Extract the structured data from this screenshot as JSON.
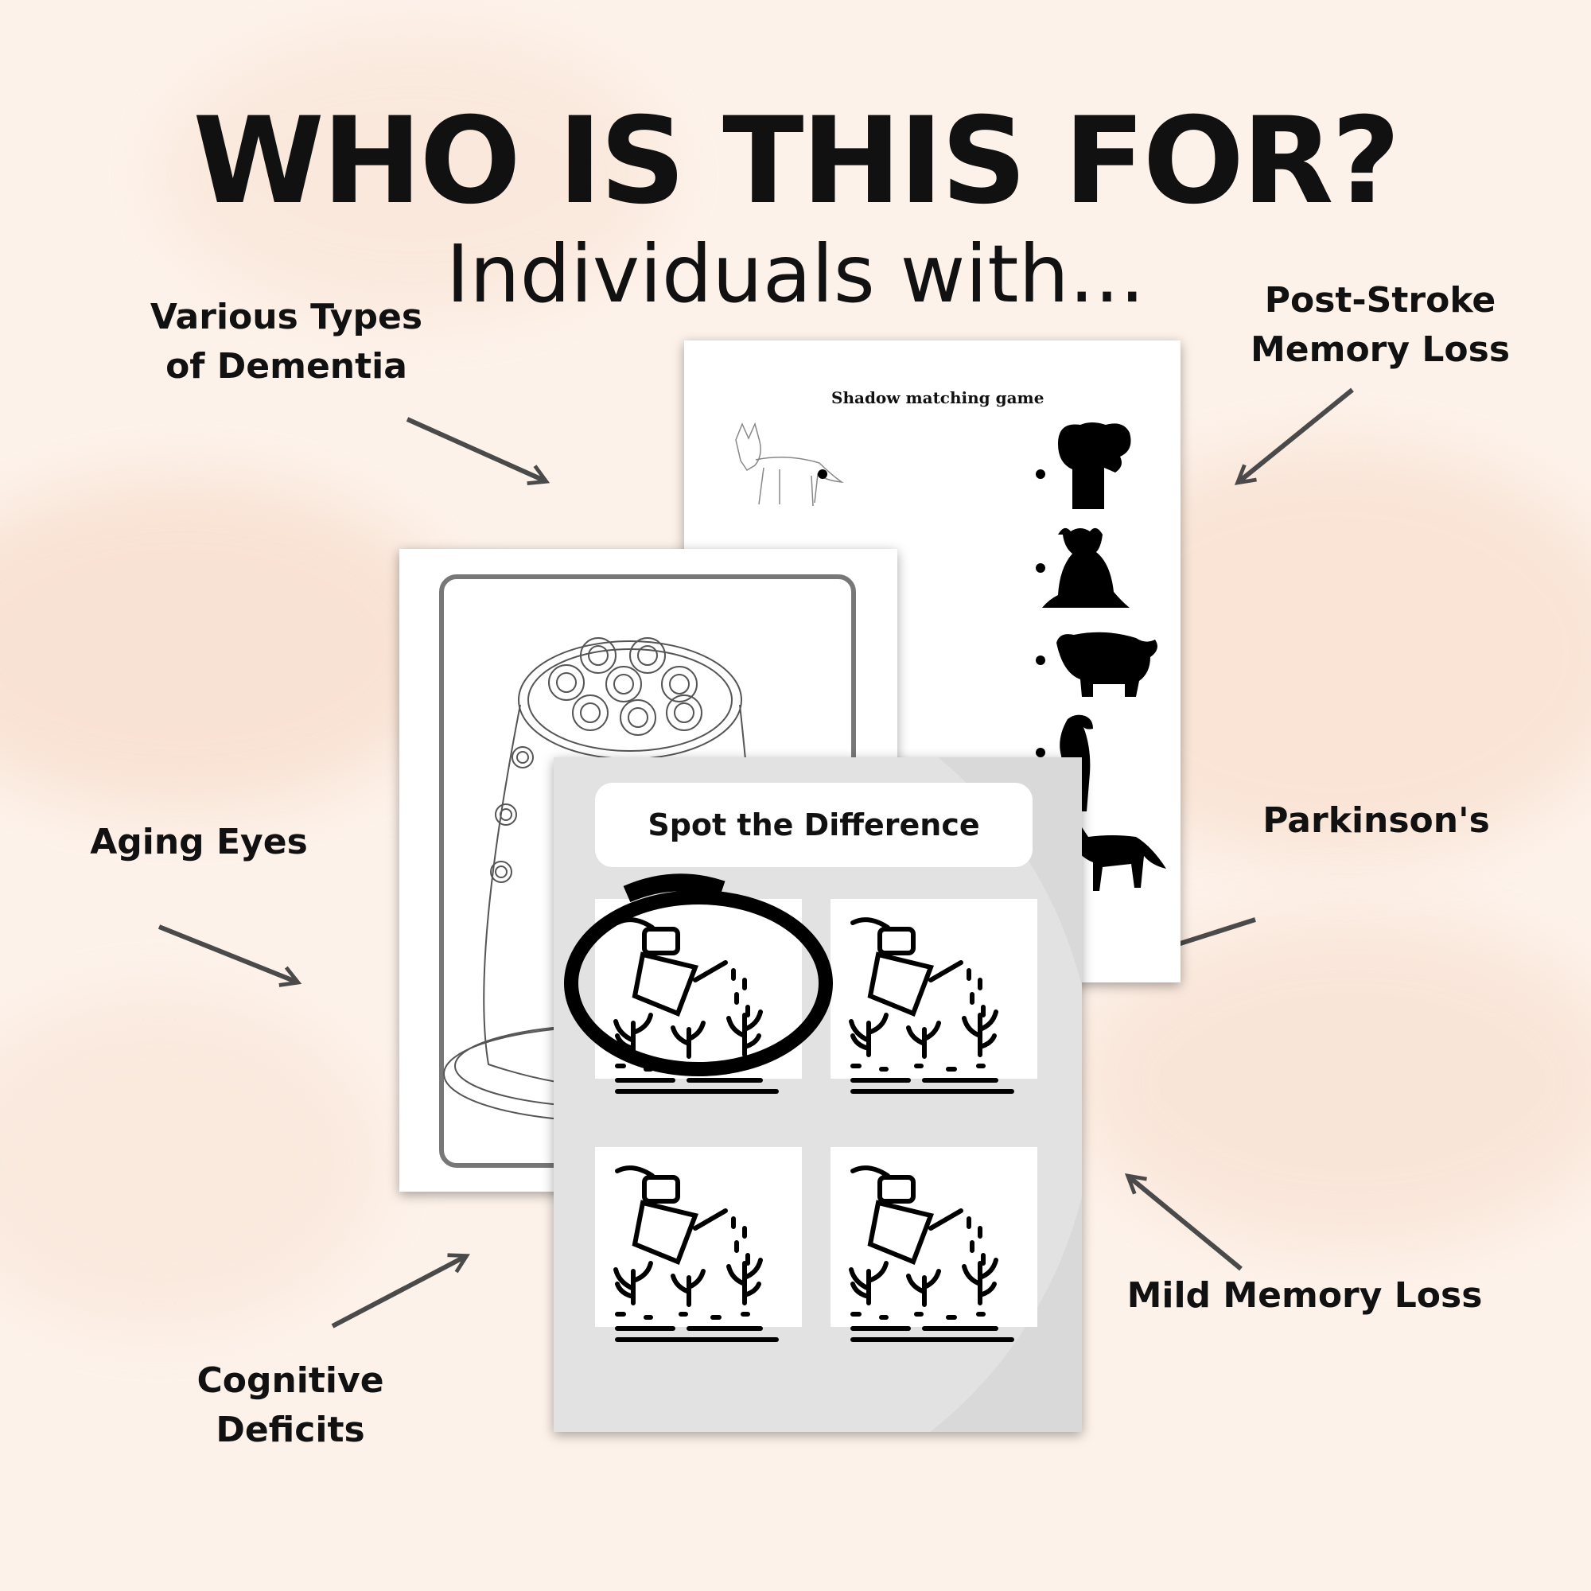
{
  "heading": {
    "title": "WHO IS THIS FOR?",
    "subtitle": "Individuals with..."
  },
  "audiences": [
    {
      "label": "Various Types of Dementia"
    },
    {
      "label": "Post-Stroke Memory Loss"
    },
    {
      "label": "Aging Eyes"
    },
    {
      "label": "Parkinson's"
    },
    {
      "label": "Cognitive Deficits"
    },
    {
      "label": "Mild Memory Loss"
    }
  ],
  "sheets": {
    "shadow": {
      "title": "Shadow matching game"
    },
    "spot": {
      "title": "Spot the Difference"
    }
  },
  "colors": {
    "background": "#fdf2ea",
    "wash": "#f5d3bd",
    "arrow": "#4a4a4a",
    "spot_sheet": "#d9d9d9"
  }
}
